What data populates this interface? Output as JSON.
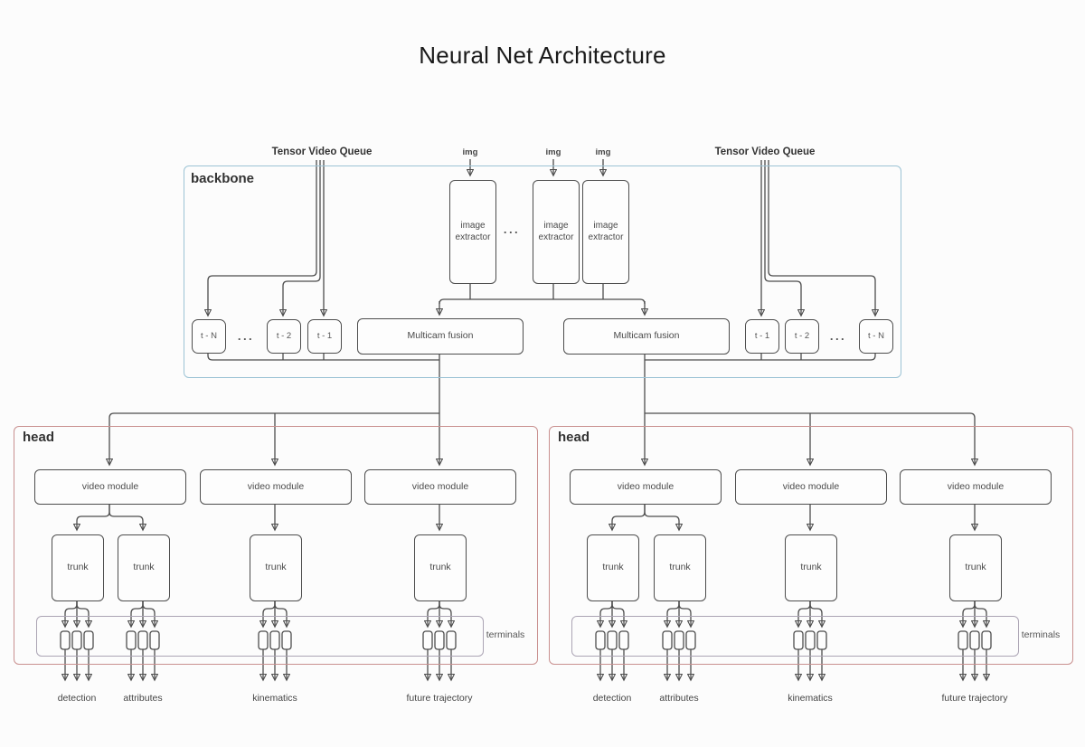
{
  "title": "Neural Net Architecture",
  "colors": {
    "backbone_border": "#9cc3d5",
    "head_border": "#c9908f",
    "terminals_border": "#aba4b4",
    "wire": "#4d4d4d"
  },
  "backbone": {
    "label": "backbone",
    "queue_label_left": "Tensor Video Queue",
    "queue_label_right": "Tensor Video Queue",
    "img_labels": [
      "img",
      "img",
      "img"
    ],
    "image_extractors": [
      "image extractor",
      "image extractor",
      "image extractor"
    ],
    "extractor_ellipsis": "...",
    "time_ellipsis_left": "...",
    "time_ellipsis_right": "...",
    "fusion_left": "Multicam fusion",
    "fusion_right": "Multicam fusion",
    "time_boxes_left": [
      "t - N",
      "t - 2",
      "t - 1"
    ],
    "time_boxes_right": [
      "t - 1",
      "t - 2",
      "t - N"
    ]
  },
  "heads": [
    {
      "label": "head",
      "video_modules": [
        "video module",
        "video module",
        "video module"
      ],
      "trunks": [
        "trunk",
        "trunk",
        "trunk",
        "trunk"
      ],
      "terminals_label": "terminals",
      "outputs": [
        "detection",
        "attributes",
        "kinematics",
        "future trajectory"
      ]
    },
    {
      "label": "head",
      "video_modules": [
        "video module",
        "video module",
        "video module"
      ],
      "trunks": [
        "trunk",
        "trunk",
        "trunk",
        "trunk"
      ],
      "terminals_label": "terminals",
      "outputs": [
        "detection",
        "attributes",
        "kinematics",
        "future trajectory"
      ]
    }
  ]
}
